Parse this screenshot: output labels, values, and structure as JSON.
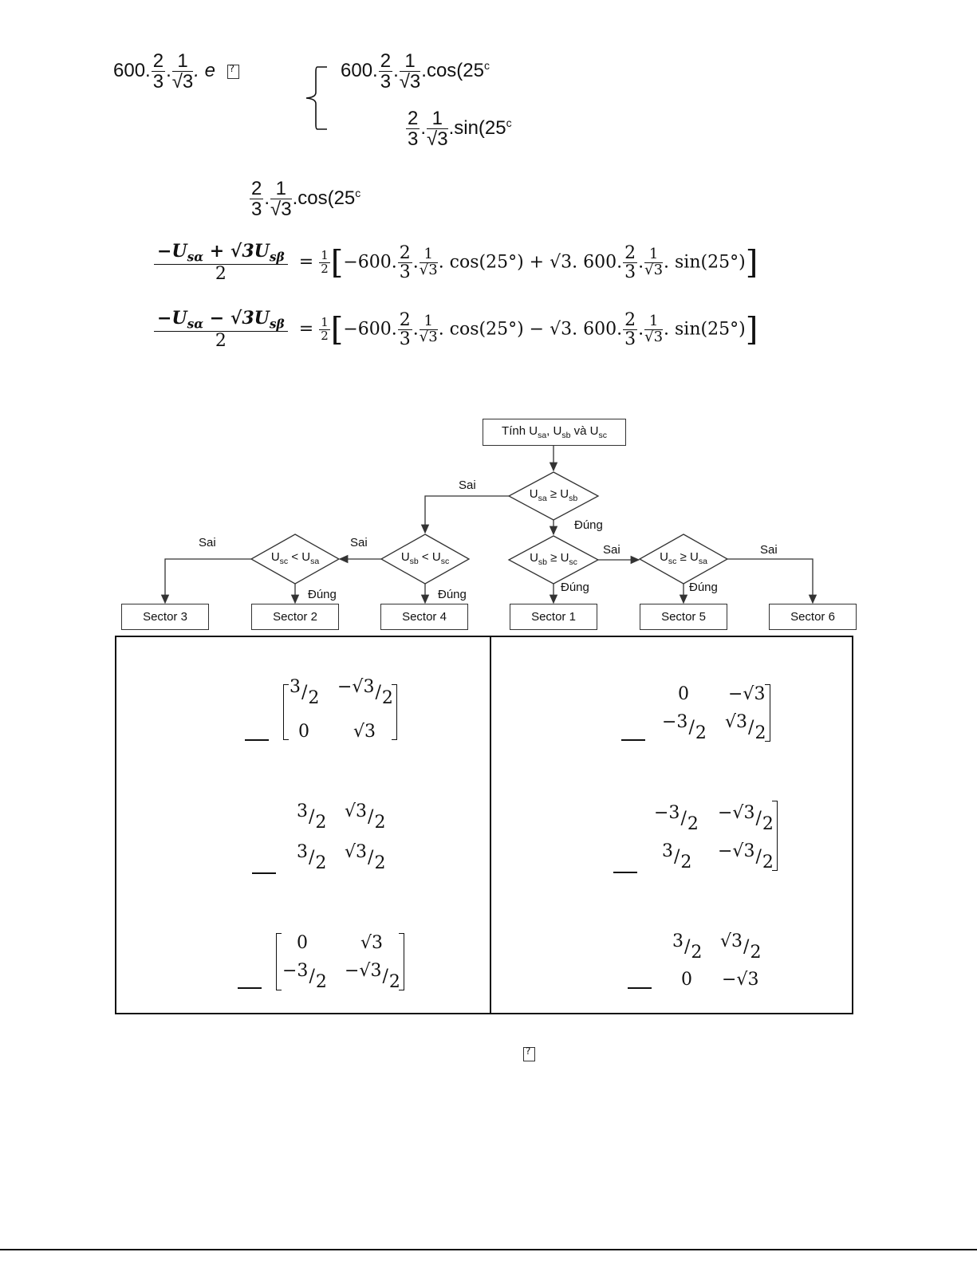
{
  "equations": {
    "line1_left": {
      "prefix": "600",
      "n1": "2",
      "d1": "3",
      "n2": "1",
      "d2": "√3",
      "tail": ". e"
    },
    "line1_right_top": {
      "prefix": "600",
      "n1": "2",
      "d1": "3",
      "n2": "1",
      "d2": "√3",
      "tail": ".cos(25",
      "sup": "c"
    },
    "line1_right_bottom": {
      "n1": "2",
      "d1": "3",
      "n2": "1",
      "d2": "√3",
      "tail": ".sin(25",
      "sup": "c"
    },
    "line2": {
      "n1": "2",
      "d1": "3",
      "n2": "1",
      "d2": "√3",
      "tail": ".cos(25",
      "sup": "c"
    },
    "eq3": {
      "lhs_num": "−U<sub>sα</sub> + √3U<sub>sβ</sub>",
      "lhs_den": "2",
      "half_num": "1",
      "half_den": "2",
      "term1": "−600.",
      "frac_a_num": "2",
      "frac_a_den": "3",
      "frac_b_num": "1",
      "frac_b_den": "√3",
      "mid": ". cos(25°) + √3. 600.",
      "tail": ". sin(25°)"
    },
    "eq4": {
      "lhs_num": "−U<sub>sα</sub> − √3U<sub>sβ</sub>",
      "lhs_den": "2",
      "half_num": "1",
      "half_den": "2",
      "term1": "−600.",
      "frac_a_num": "2",
      "frac_a_den": "3",
      "frac_b_num": "1",
      "frac_b_den": "√3",
      "mid": ". cos(25°) − √3. 600.",
      "tail": ". sin(25°)"
    }
  },
  "flowchart": {
    "start": "Tính U<sub>sa</sub>, U<sub>sb</sub> và U<sub>sc</sub>",
    "d1": "U<sub>sa</sub> ≥ U<sub>sb</sub>",
    "d2": "U<sub>sb</sub> &lt; U<sub>sc</sub>",
    "d3": "U<sub>sc</sub> &lt; U<sub>sa</sub>",
    "d4": "U<sub>sb</sub> ≥ U<sub>sc</sub>",
    "d5": "U<sub>sc</sub> ≥ U<sub>sa</sub>",
    "yes": "Đúng",
    "no": "Sai",
    "sectors": [
      "Sector 3",
      "Sector 2",
      "Sector 4",
      "Sector 1",
      "Sector 5",
      "Sector 6"
    ]
  },
  "matrices": {
    "m1": [
      "3",
      "2",
      "−√3",
      "2",
      "0",
      "√3"
    ],
    "m2": [
      "3",
      "2",
      "√3",
      "2",
      "3",
      "2",
      "√3",
      "2"
    ],
    "m3": [
      "0",
      "√3",
      "−3",
      "2",
      "−√3",
      "2"
    ],
    "m4": [
      "0",
      "−√3",
      "−3",
      "2",
      "√3",
      "2"
    ],
    "m5": [
      "−3",
      "2",
      "−√3",
      "2",
      "3",
      "2",
      "−√3",
      "2"
    ],
    "m6": [
      "3",
      "2",
      "√3",
      "2",
      "0",
      "−√3"
    ]
  }
}
